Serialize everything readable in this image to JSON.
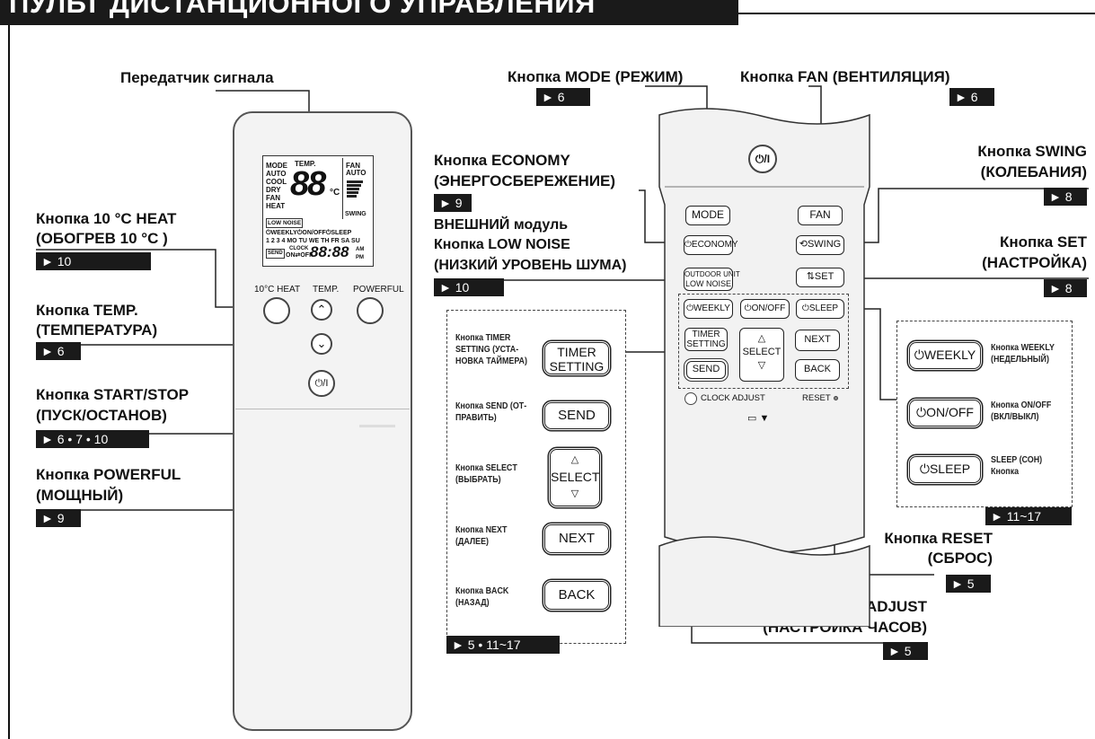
{
  "header": {
    "title": "ПУЛЬТ ДИСТАНЦИОННОГО УПРАВЛЕНИЯ"
  },
  "left_labels": {
    "transmitter": "Передатчик сигнала",
    "heat10_1": "Кнопка 10 °C HEAT",
    "heat10_2": "(ОБОГРЕВ 10 °C )",
    "heat10_page": "► 10",
    "temp_1": "Кнопка TEMP.",
    "temp_2": "(ТЕМПЕРАТУРА)",
    "temp_page": "► 6",
    "startstop_1": "Кнопка START/STOP",
    "startstop_2": "(ПУСК/ОСТАНОВ)",
    "startstop_page": "► 6 • 7 • 10",
    "powerful_1": "Кнопка POWERFUL",
    "powerful_2": "(МОЩНЫЙ)",
    "powerful_page": "► 9"
  },
  "lcd": {
    "modes": [
      "MODE",
      "AUTO",
      "COOL",
      "DRY",
      "FAN",
      "HEAT"
    ],
    "temp_label": "TEMP.",
    "temp_digits": "88",
    "unit": "°C",
    "fan_label": "FAN",
    "fan_auto": "AUTO",
    "swing": "SWING",
    "low_noise": "LOW NOISE",
    "timer_row": "⏻WEEKLY⏻ON/OFF⏻SLEEP",
    "days": "1 2 3 4 MO TU WE TH FR SA SU",
    "send": "SEND",
    "clock": "CLOCK",
    "on_off": "ON⇄OFF",
    "time_digits": "88:88",
    "ampm": "AM PM"
  },
  "front_buttons": {
    "heat10": "10°C HEAT",
    "temp": "TEMP.",
    "powerful": "POWERFUL",
    "power_symbol": "⏻/I"
  },
  "right_labels": {
    "mode_1": "Кнопка MODE (РЕЖИМ)",
    "mode_page": "► 6",
    "fan_1": "Кнопка FAN (ВЕНТИЛЯЦИЯ)",
    "fan_page": "► 6",
    "economy_1": "Кнопка ECONOMY",
    "economy_2": "(ЭНЕРГОСБЕРЕЖЕНИЕ)",
    "economy_page": "► 9",
    "lownoise_1": "ВНЕШНИЙ модуль",
    "lownoise_2": "Кнопка LOW NOISE",
    "lownoise_3": "(НИЗКИЙ УРОВЕНЬ ШУМА)",
    "lownoise_page": "► 10",
    "swing_1": "Кнопка SWING",
    "swing_2": "(КОЛЕБАНИЯ)",
    "swing_page": "► 8",
    "set_1": "Кнопка SET",
    "set_2": "(НАСТРОЙКА)",
    "set_page": "► 8",
    "reset_1": "Кнопка RESET",
    "reset_2": "(СБРОС)",
    "reset_page": "► 5",
    "clock_1": "Кнопка CLOCK ADJUST",
    "clock_2": "(НАСТРОЙКА ЧАСОВ)",
    "clock_page": "► 5"
  },
  "open_remote": {
    "power": "⏻/I",
    "mode": "MODE",
    "fan": "FAN",
    "economy": "⏻ECONOMY",
    "swing": "⟲SWING",
    "outdoor_1": "OUTDOOR UNIT",
    "outdoor_2": "LOW NOISE",
    "set": "⇅SET",
    "weekly": "⏻WEEKLY",
    "onoff": "⏻ON/OFF",
    "sleep": "⏻SLEEP",
    "timer_1": "TIMER",
    "timer_2": "SETTING",
    "up": "△",
    "select": "SELECT",
    "down": "▽",
    "next": "NEXT",
    "send": "SEND",
    "back": "BACK",
    "clock_adjust": "CLOCK ADJUST",
    "reset": "RESET",
    "battery": "▭ ▼"
  },
  "timer_panel": {
    "timer_label": "Кнопка TIMER SETTING (УСТА-НОВКА ТАЙМЕРА)",
    "timer_btn_1": "TIMER",
    "timer_btn_2": "SETTING",
    "send_label": "Кнопка SEND (ОТ-ПРАВИТЬ)",
    "send_btn": "SEND",
    "select_label": "Кнопка SELECT (ВЫБРАТЬ)",
    "select_up": "△",
    "select_btn": "SELECT",
    "select_down": "▽",
    "next_label": "Кнопка NEXT (ДАЛЕЕ)",
    "next_btn": "NEXT",
    "back_label": "Кнопка BACK (НАЗАД)",
    "back_btn": "BACK",
    "page": "► 5 • 11~17"
  },
  "schedule_panel": {
    "weekly_btn": "⏻WEEKLY",
    "weekly_label": "Кнопка WEEKLY (НЕДЕЛЬНЫЙ)",
    "onoff_btn": "⏻ON/OFF",
    "onoff_label": "Кнопка ON/OFF (ВКЛ/ВЫКЛ)",
    "sleep_btn": "⏻SLEEP",
    "sleep_label": "SLEEP (СОН) Кнопка",
    "page": "► 11~17"
  }
}
